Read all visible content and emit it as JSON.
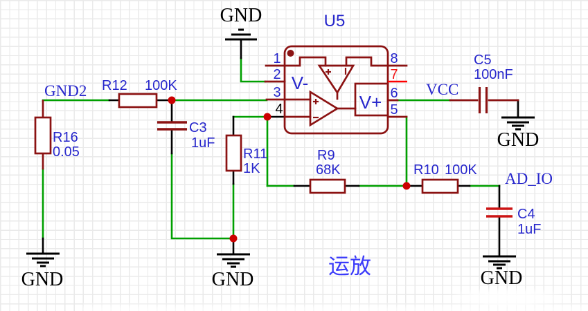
{
  "title_annotation": "运放",
  "chip": {
    "designator": "U5",
    "v_minus": "V-",
    "v_plus": "V+",
    "pins": [
      {
        "num": "1"
      },
      {
        "num": "2"
      },
      {
        "num": "3"
      },
      {
        "num": "4"
      },
      {
        "num": "5"
      },
      {
        "num": "6"
      },
      {
        "num": "7"
      },
      {
        "num": "8"
      }
    ]
  },
  "components": {
    "r12": {
      "ref": "R12",
      "value": "100K"
    },
    "r16": {
      "ref": "R16",
      "value": "0.05"
    },
    "c3": {
      "ref": "C3",
      "value": "1uF"
    },
    "r11": {
      "ref": "R11",
      "value": "1K"
    },
    "r9": {
      "ref": "R9",
      "value": "68K"
    },
    "r10": {
      "ref": "R10",
      "value": "100K"
    },
    "c5": {
      "ref": "C5",
      "value": "100nF"
    },
    "c4": {
      "ref": "C4",
      "value": "1uF"
    }
  },
  "net_labels": {
    "gnd2": "GND2",
    "vcc": "VCC",
    "ad_io": "AD_IO"
  },
  "grounds": {
    "top": "GND",
    "left": "GND",
    "middle": "GND",
    "right_top": "GND",
    "right_bottom": "GND"
  },
  "colors": {
    "symbol_maroon": "#8B1212",
    "wire_green": "#00A000",
    "label_blue": "#2727CC",
    "junction_red": "#CC0000",
    "pin7_red": "#FF0000",
    "c4_red": "#CC1414",
    "title_blue": "#3B3BFA",
    "grid_gray": "#EAEAEA",
    "background": "#FFFFFF"
  }
}
